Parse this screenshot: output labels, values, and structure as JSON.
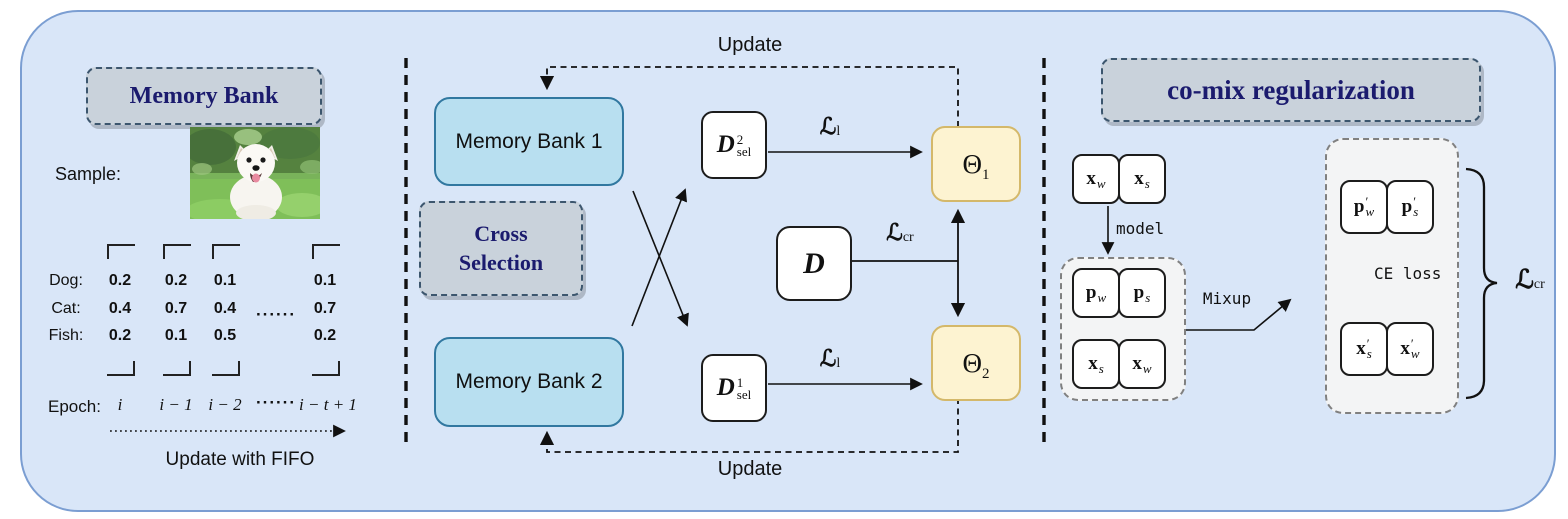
{
  "colors": {
    "panel_bg": "#d9e6f8",
    "panel_border": "#7b9ed2",
    "bank_fill": "#b8dff0",
    "bank_border": "#3178a0",
    "label_box_fill": "#c9d2db",
    "theta_fill": "#fdf3d1",
    "theta_border": "#d4b86a",
    "title_text": "#1b1b6e"
  },
  "left": {
    "title": "Memory Bank",
    "sample_label": "Sample:",
    "sample_image": "white-dog-on-grass-photo",
    "table": {
      "rows": [
        {
          "label": "Dog:",
          "values": [
            "0.2",
            "0.2",
            "0.1",
            "0.1"
          ]
        },
        {
          "label": "Cat:",
          "values": [
            "0.4",
            "0.7",
            "0.4",
            "0.7"
          ]
        },
        {
          "label": "Fish:",
          "values": [
            "0.2",
            "0.1",
            "0.5",
            "0.2"
          ]
        }
      ],
      "ellipsis": "······"
    },
    "epoch": {
      "label": "Epoch:",
      "values": [
        "i",
        "i − 1",
        "i − 2",
        "······",
        "i − t + 1"
      ]
    },
    "fifo_label": "Update with FIFO"
  },
  "middle": {
    "update_top": "Update",
    "update_bottom": "Update",
    "memory_bank_1": "Memory Bank 1",
    "memory_bank_2": "Memory Bank 2",
    "cross_selection_line1": "Cross",
    "cross_selection_line2": "Selection",
    "d_sel_2": {
      "base": "D",
      "sup": "2",
      "sub": "sel"
    },
    "d_sel_1": {
      "base": "D",
      "sup": "1",
      "sub": "sel"
    },
    "dataset": {
      "base": "D"
    },
    "loss_l_top": {
      "base": "ℒ",
      "sub": "l"
    },
    "loss_l_bottom": {
      "base": "ℒ",
      "sub": "l"
    },
    "loss_cr": {
      "base": "ℒ",
      "sub": "cr"
    },
    "theta_1": {
      "base": "Θ",
      "sub": "1"
    },
    "theta_2": {
      "base": "Θ",
      "sub": "2"
    }
  },
  "right": {
    "title": "co-mix regularization",
    "x_w": {
      "base": "x",
      "sub": "w"
    },
    "x_s": {
      "base": "x",
      "sub": "s"
    },
    "model_label": "model",
    "p_w": {
      "base": "p",
      "sub": "w"
    },
    "p_s": {
      "base": "p",
      "sub": "s"
    },
    "x_s2": {
      "base": "x",
      "sub": "s"
    },
    "x_w2": {
      "base": "x",
      "sub": "w"
    },
    "mixup_label": "Mixup",
    "p_w_prime": {
      "base": "p",
      "prime": "′",
      "sub": "w"
    },
    "p_s_prime": {
      "base": "p",
      "prime": "′",
      "sub": "s"
    },
    "x_s_prime": {
      "base": "x",
      "prime": "′",
      "sub": "s"
    },
    "x_w_prime": {
      "base": "x",
      "prime": "′",
      "sub": "w"
    },
    "ce_label": "CE loss",
    "loss_cr": {
      "base": "ℒ",
      "sub": "cr"
    }
  }
}
